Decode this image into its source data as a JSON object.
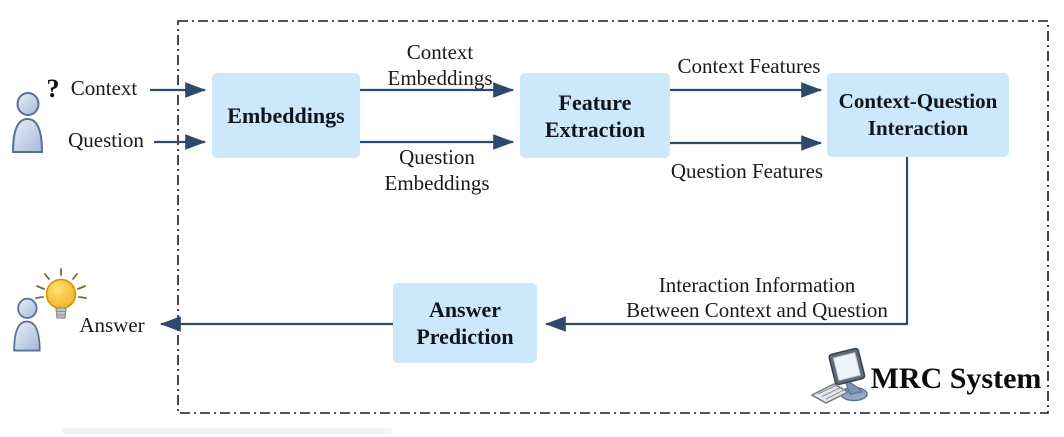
{
  "user_input": {
    "question_mark": "?",
    "context": "Context",
    "question": "Question"
  },
  "modules": {
    "embeddings": "Embeddings",
    "feature_extraction": "Feature\nExtraction",
    "context_question_interaction": "Context-Question\nInteraction",
    "answer_prediction": "Answer\nPrediction"
  },
  "flows": {
    "context_embeddings": "Context\nEmbeddings",
    "question_embeddings": "Question\nEmbeddings",
    "context_features": "Context Features",
    "question_features": "Question Features",
    "interaction_information": "Interaction Information\nBetween Context and Question",
    "answer": "Answer"
  },
  "system_label": "MRC System",
  "icons": {
    "top_left": "user-icon",
    "bottom_left": "user-icon",
    "answer_idea": "lightbulb-icon",
    "system": "computer-icon"
  },
  "colors": {
    "module_fill": "#cbe9fa",
    "arrow": "#2e4a6a",
    "text": "#1a1a1a",
    "border": "#1a1a1a",
    "bulb": "#f3a713"
  }
}
